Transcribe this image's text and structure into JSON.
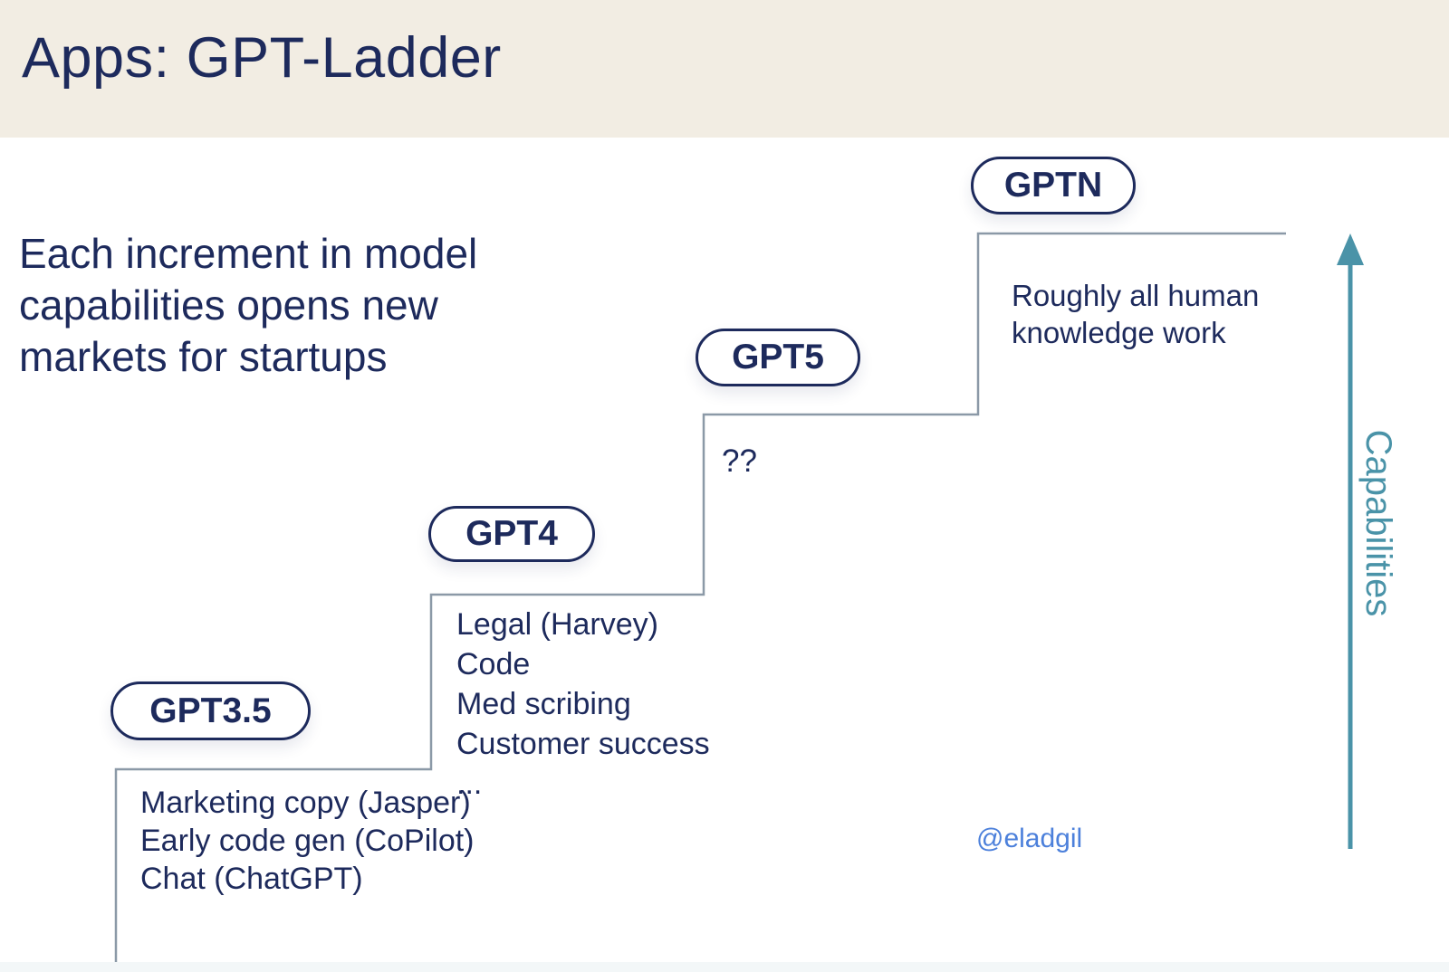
{
  "title": "Apps: GPT-Ladder",
  "intro": {
    "text": "Each increment in model\ncapabilities opens new\nmarkets for startups"
  },
  "steps": [
    {
      "label": "GPT3.5",
      "items": [
        "Marketing copy (Jasper)",
        "Early code gen (CoPilot)",
        "Chat (ChatGPT)"
      ]
    },
    {
      "label": "GPT4",
      "items": [
        "Legal (Harvey)",
        "Code",
        "Med scribing",
        "Customer success",
        "..."
      ]
    },
    {
      "label": "GPT5",
      "items": [
        "??"
      ]
    },
    {
      "label": "GPTN",
      "items": [
        "Roughly all human knowledge work"
      ]
    }
  ],
  "axis": {
    "label": "Capabilities"
  },
  "attribution": {
    "handle": "@eladgil"
  },
  "colors": {
    "navy": "#1d2a5c",
    "teal": "#4a93a8",
    "attribution_blue": "#4c80db",
    "header_cream": "#f2ede3",
    "stair_line": "#8b99a7"
  }
}
